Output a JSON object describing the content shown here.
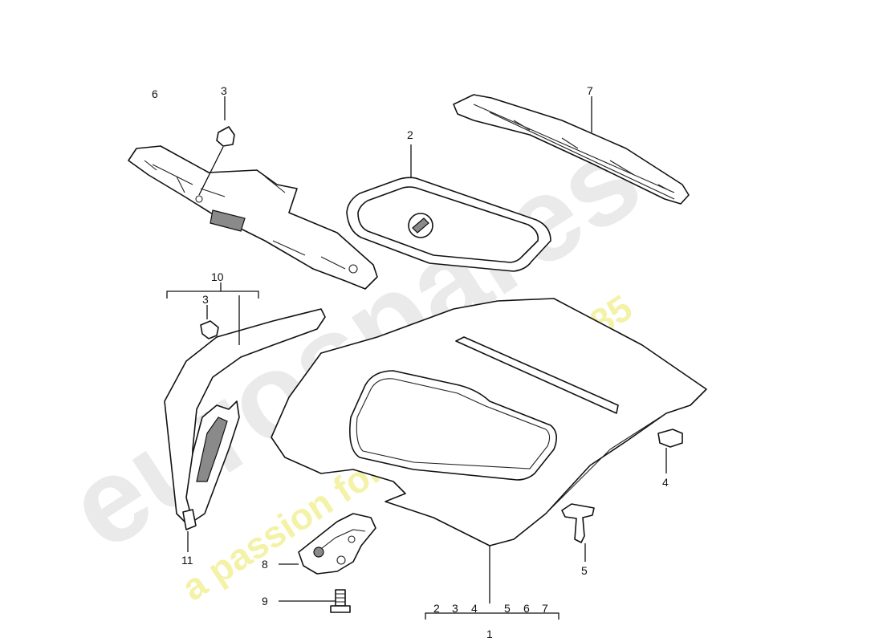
{
  "watermark": {
    "brand": "eurospares",
    "tagline": "a passion for parts since 1985"
  },
  "callouts": {
    "c1": "1",
    "c2": "2",
    "c3_top": "3",
    "c3_left": "3",
    "c4": "4",
    "c5": "5",
    "c6": "6",
    "c7": "7",
    "c8": "8",
    "c9": "9",
    "c10": "10",
    "c11": "11",
    "group_1": [
      "2",
      "3",
      "4",
      "5",
      "6",
      "7"
    ]
  }
}
